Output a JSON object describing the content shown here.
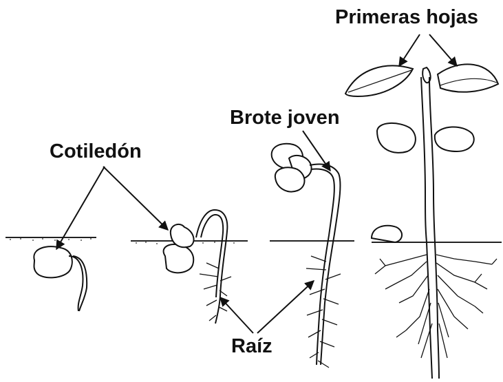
{
  "labels": {
    "cotyledon": "Cotiledón",
    "young_shoot": "Brote joven",
    "first_leaves": "Primeras hojas",
    "root": "Raíz"
  },
  "colors": {
    "ink": "#111111",
    "background": "#ffffff"
  }
}
